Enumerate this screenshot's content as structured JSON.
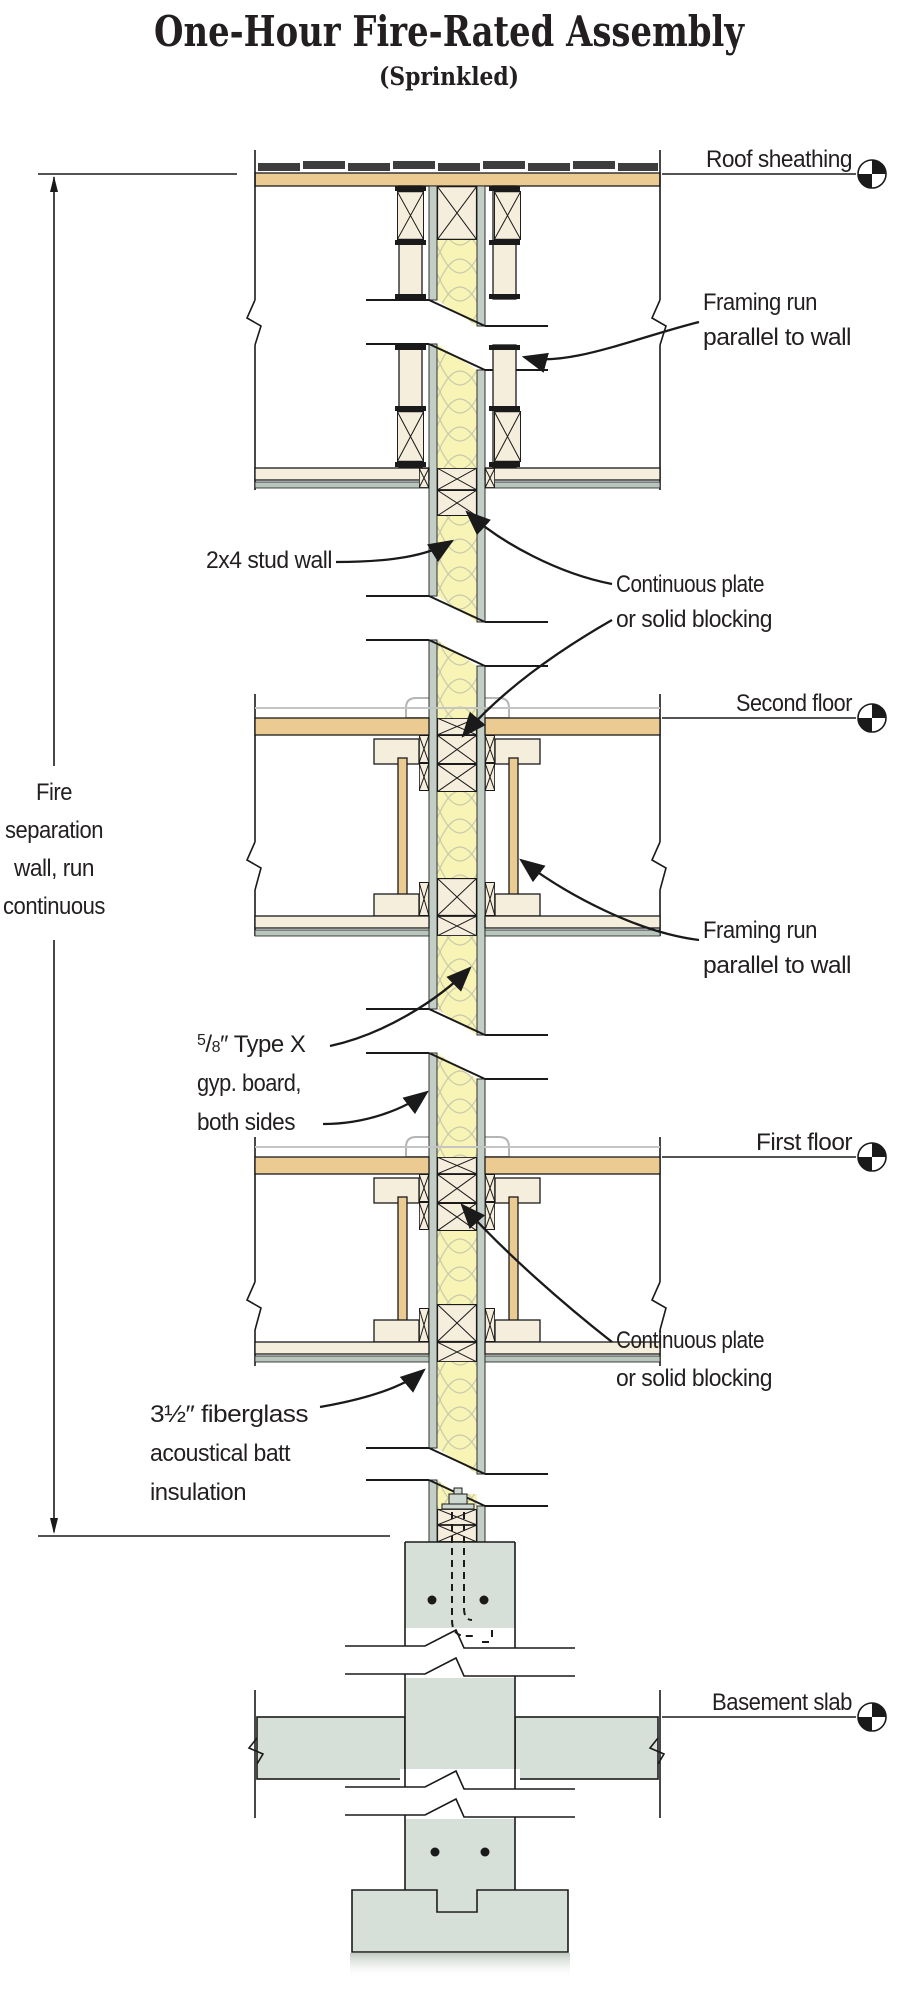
{
  "title": {
    "heading": "One-Hour Fire-Rated Assembly",
    "subtitle": "(Sprinkled)"
  },
  "callouts": {
    "roof_sheathing": "Roof sheathing",
    "framing_parallel_upper": [
      "Framing run",
      "parallel to wall"
    ],
    "stud_wall": "2x4 stud wall",
    "continuous_plate_upper": [
      "Continuous plate",
      "or solid blocking"
    ],
    "second_floor": "Second floor",
    "framing_parallel_lower": [
      "Framing run",
      "parallel to wall"
    ],
    "gyp_board": {
      "fraction_numerator": "5",
      "fraction_slash": "/",
      "fraction_denominator": "8",
      "line1_rest": "″ Type X",
      "line2": "gyp. board,",
      "line3": "both sides"
    },
    "first_floor": "First floor",
    "continuous_plate_lower": [
      "Continuous plate",
      "or solid blocking"
    ],
    "batt_insulation": [
      "3½″ fiberglass",
      "acoustical batt",
      "insulation"
    ],
    "basement_slab": "Basement slab",
    "fire_separation": [
      "Fire",
      "separation",
      "wall, run",
      "continuous"
    ]
  },
  "colors": {
    "background": "#ffffff",
    "line": "#1a1a1a",
    "framing_lumber": "#f6eedd",
    "wood_sheathing": "#eccb92",
    "batt_insulation": "#f7f4b5",
    "batt_lines": "#c9c9ae",
    "gypsum_board": "#c3cfc6",
    "concrete": "#d7e0d8",
    "shingles": "#3d3d3d",
    "outline_gray": "#b5b5b5",
    "text": "#231f20"
  }
}
